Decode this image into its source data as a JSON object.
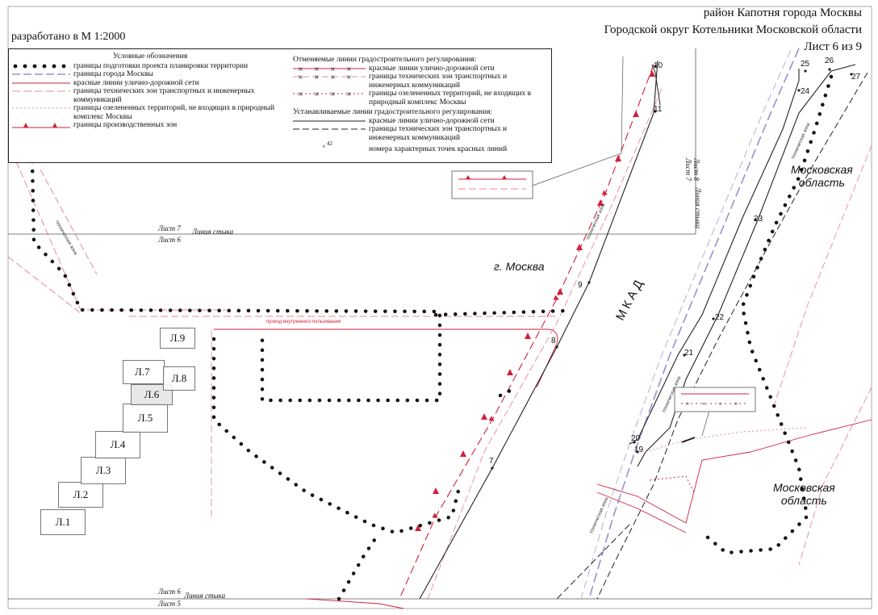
{
  "header": {
    "district": "район Капотня города Москвы",
    "okrug": "Городской округ Котельники Московской области",
    "sheet": "Лист 6 из 9",
    "scale": "разработано в М 1:2000"
  },
  "legend": {
    "title": "Условные обозначения",
    "items": [
      {
        "symbol": "dots-black",
        "text": "границы подготовки проекта планировки территории"
      },
      {
        "symbol": "dash-purple",
        "text": "границы города Москвы"
      },
      {
        "symbol": "solid-red",
        "text": "красные линии улично-дорожной сети"
      },
      {
        "symbol": "dash-pink",
        "text": "границы технических зон транспортных и инженерных коммуникаций"
      },
      {
        "symbol": "dot-pink",
        "text": "границы озелененных территорий, не входящих в природный комплекс Москвы"
      },
      {
        "symbol": "triangles-red",
        "text": "границы производственных зон"
      }
    ],
    "cancel_title": "Отменяемые линии градостроительного регулирования:",
    "cancel_items": [
      {
        "symbol": "cross-red",
        "text": "красные линии улично-дорожной сети"
      },
      {
        "symbol": "cross-dash",
        "text": "границы технических зон транспортных и инженерных коммуникаций"
      },
      {
        "symbol": "cross-dot",
        "text": "границы озелененных территорий, не входящих в природный комплекс Москвы"
      }
    ],
    "set_title": "Устанавливаемые линии градостроительного регулирования:",
    "set_items": [
      {
        "symbol": "solid-black",
        "text": "красные линии улично-дорожной сети"
      },
      {
        "symbol": "dash-black",
        "text": "границы технических зон транспортных и инженерных коммуникаций"
      },
      {
        "symbol": "point-number",
        "text": "номера характерных точек красных линий"
      }
    ],
    "point_sample": "42"
  },
  "map_labels": {
    "moscow": "г. Москва",
    "mkad": "МКАД",
    "region_top": "Московская\nобласть",
    "region_bottom": "Московская\nобласть",
    "sheet7": "Лист 7",
    "sheet6_top": "Лист 6",
    "join_top": "Линия стыка",
    "sheet8": "Лист 8",
    "sheet7_v": "Лист 7",
    "join_v": "Линия стыка",
    "sheet6_bottom": "Лист 6",
    "sheet5": "Лист 5",
    "join_bottom": "Линия стыка",
    "passage": "проезд внутреннего пользования",
    "zone_label": "техническая зона"
  },
  "sheet_index": [
    "Л.1",
    "Л.2",
    "Л.3",
    "Л.4",
    "Л.5",
    "Л.6",
    "Л.7",
    "Л.8",
    "Л.9"
  ],
  "points": [
    "7",
    "8",
    "9",
    "10",
    "11",
    "19",
    "20",
    "21",
    "22",
    "23",
    "24",
    "25",
    "26",
    "27"
  ],
  "colors": {
    "red": "#d0203a",
    "pink": "#e8899a",
    "purple": "#9a8fd0",
    "black": "#222222"
  }
}
